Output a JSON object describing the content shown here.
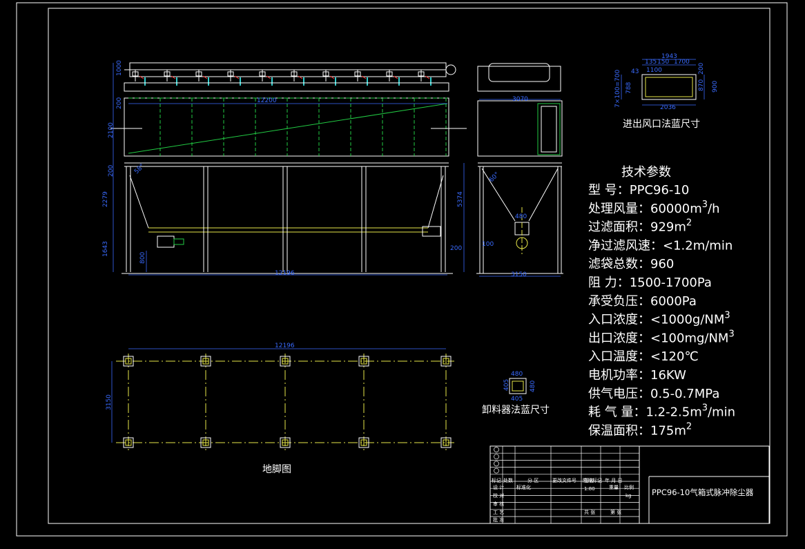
{
  "colors": {
    "background": "#000000",
    "line": "#ffffff",
    "dimension": "#3a6bff",
    "center": "#e8e84a",
    "green": "#22cc44",
    "cyan": "#33cccc",
    "red": "#ff3333"
  },
  "front_dims": {
    "top_height": "1000",
    "mid_upper": "200",
    "box_height": "2100",
    "box_width": "12200",
    "hopper_top": "200",
    "hopper_height": "2279",
    "lower": "1643",
    "foot": "800",
    "angle": "58°",
    "total_width": "12196",
    "total_height": "5374",
    "right_small": "200"
  },
  "side_dims": {
    "top_width": "3070",
    "angle": "60°",
    "outlet": "480",
    "left_small": "100",
    "width": "3150"
  },
  "flange_dims": {
    "top_total": "1943",
    "sub1": "135",
    "sub2": "150",
    "sub3": "1700",
    "inner": "1100",
    "left": "43",
    "left_height": "788",
    "side_pitch": "7×100=700",
    "right1": "200",
    "right2": "870",
    "right3": "900",
    "bottom": "2036"
  },
  "flange_caption": "进出风口法蓝尺寸",
  "discharge_dims": {
    "top": "480",
    "left": "405",
    "right": "480",
    "bottom": "405"
  },
  "discharge_caption": "卸料器法蓝尺寸",
  "foundation_dims": {
    "width": "12196",
    "depth": "3150"
  },
  "foundation_caption": "地脚图",
  "params_title": "技术参数",
  "params": [
    {
      "label": "型    号：",
      "value": "PPC96-10",
      "sup": "",
      "tail": ""
    },
    {
      "label": "处理风量：",
      "value": "60000m",
      "sup": "3",
      "tail": "/h"
    },
    {
      "label": "过滤面积：",
      "value": "929m",
      "sup": "2",
      "tail": ""
    },
    {
      "label": "净过滤风速：",
      "value": "<1.2m/min",
      "sup": "",
      "tail": ""
    },
    {
      "label": "滤袋总数：",
      "value": "960",
      "sup": "",
      "tail": ""
    },
    {
      "label": "阻      力：",
      "value": "1500-1700Pa",
      "sup": "",
      "tail": ""
    },
    {
      "label": "承受负压：",
      "value": "6000Pa",
      "sup": "",
      "tail": ""
    },
    {
      "label": "入口浓度：",
      "value": "<1000g/NM",
      "sup": "3",
      "tail": ""
    },
    {
      "label": "出口浓度：",
      "value": "<100mg/NM",
      "sup": "3",
      "tail": ""
    },
    {
      "label": "入口温度：",
      "value": "<120℃",
      "sup": "",
      "tail": ""
    },
    {
      "label": "电机功率：",
      "value": "16KW",
      "sup": "",
      "tail": ""
    },
    {
      "label": "供气电压：",
      "value": "0.5-0.7MPa",
      "sup": "",
      "tail": ""
    },
    {
      "label": "耗  气  量：",
      "value": "1.2-2.5m",
      "sup": "3",
      "tail": "/min"
    },
    {
      "label": "保温面积：",
      "value": "175m",
      "sup": "2",
      "tail": ""
    }
  ],
  "title_block": {
    "drawing_title": "PPC96-10气箱式脉冲除尘器",
    "h_mark": "标记",
    "h_count": "处数",
    "h_zone": "分  区",
    "h_doc": "更改文件号",
    "h_sign": "签名",
    "h_date": "年 月 日",
    "design": "设 计",
    "check": "校 对",
    "review": "审 核",
    "craft": "工 艺",
    "approve": "批 准",
    "std": "标准化",
    "stage": "阶段标记",
    "weight": "重量",
    "ratio": "比例",
    "scale": "1:80",
    "sheet_total": "共 张",
    "sheet_no": "第 张",
    "unit": "kg"
  }
}
